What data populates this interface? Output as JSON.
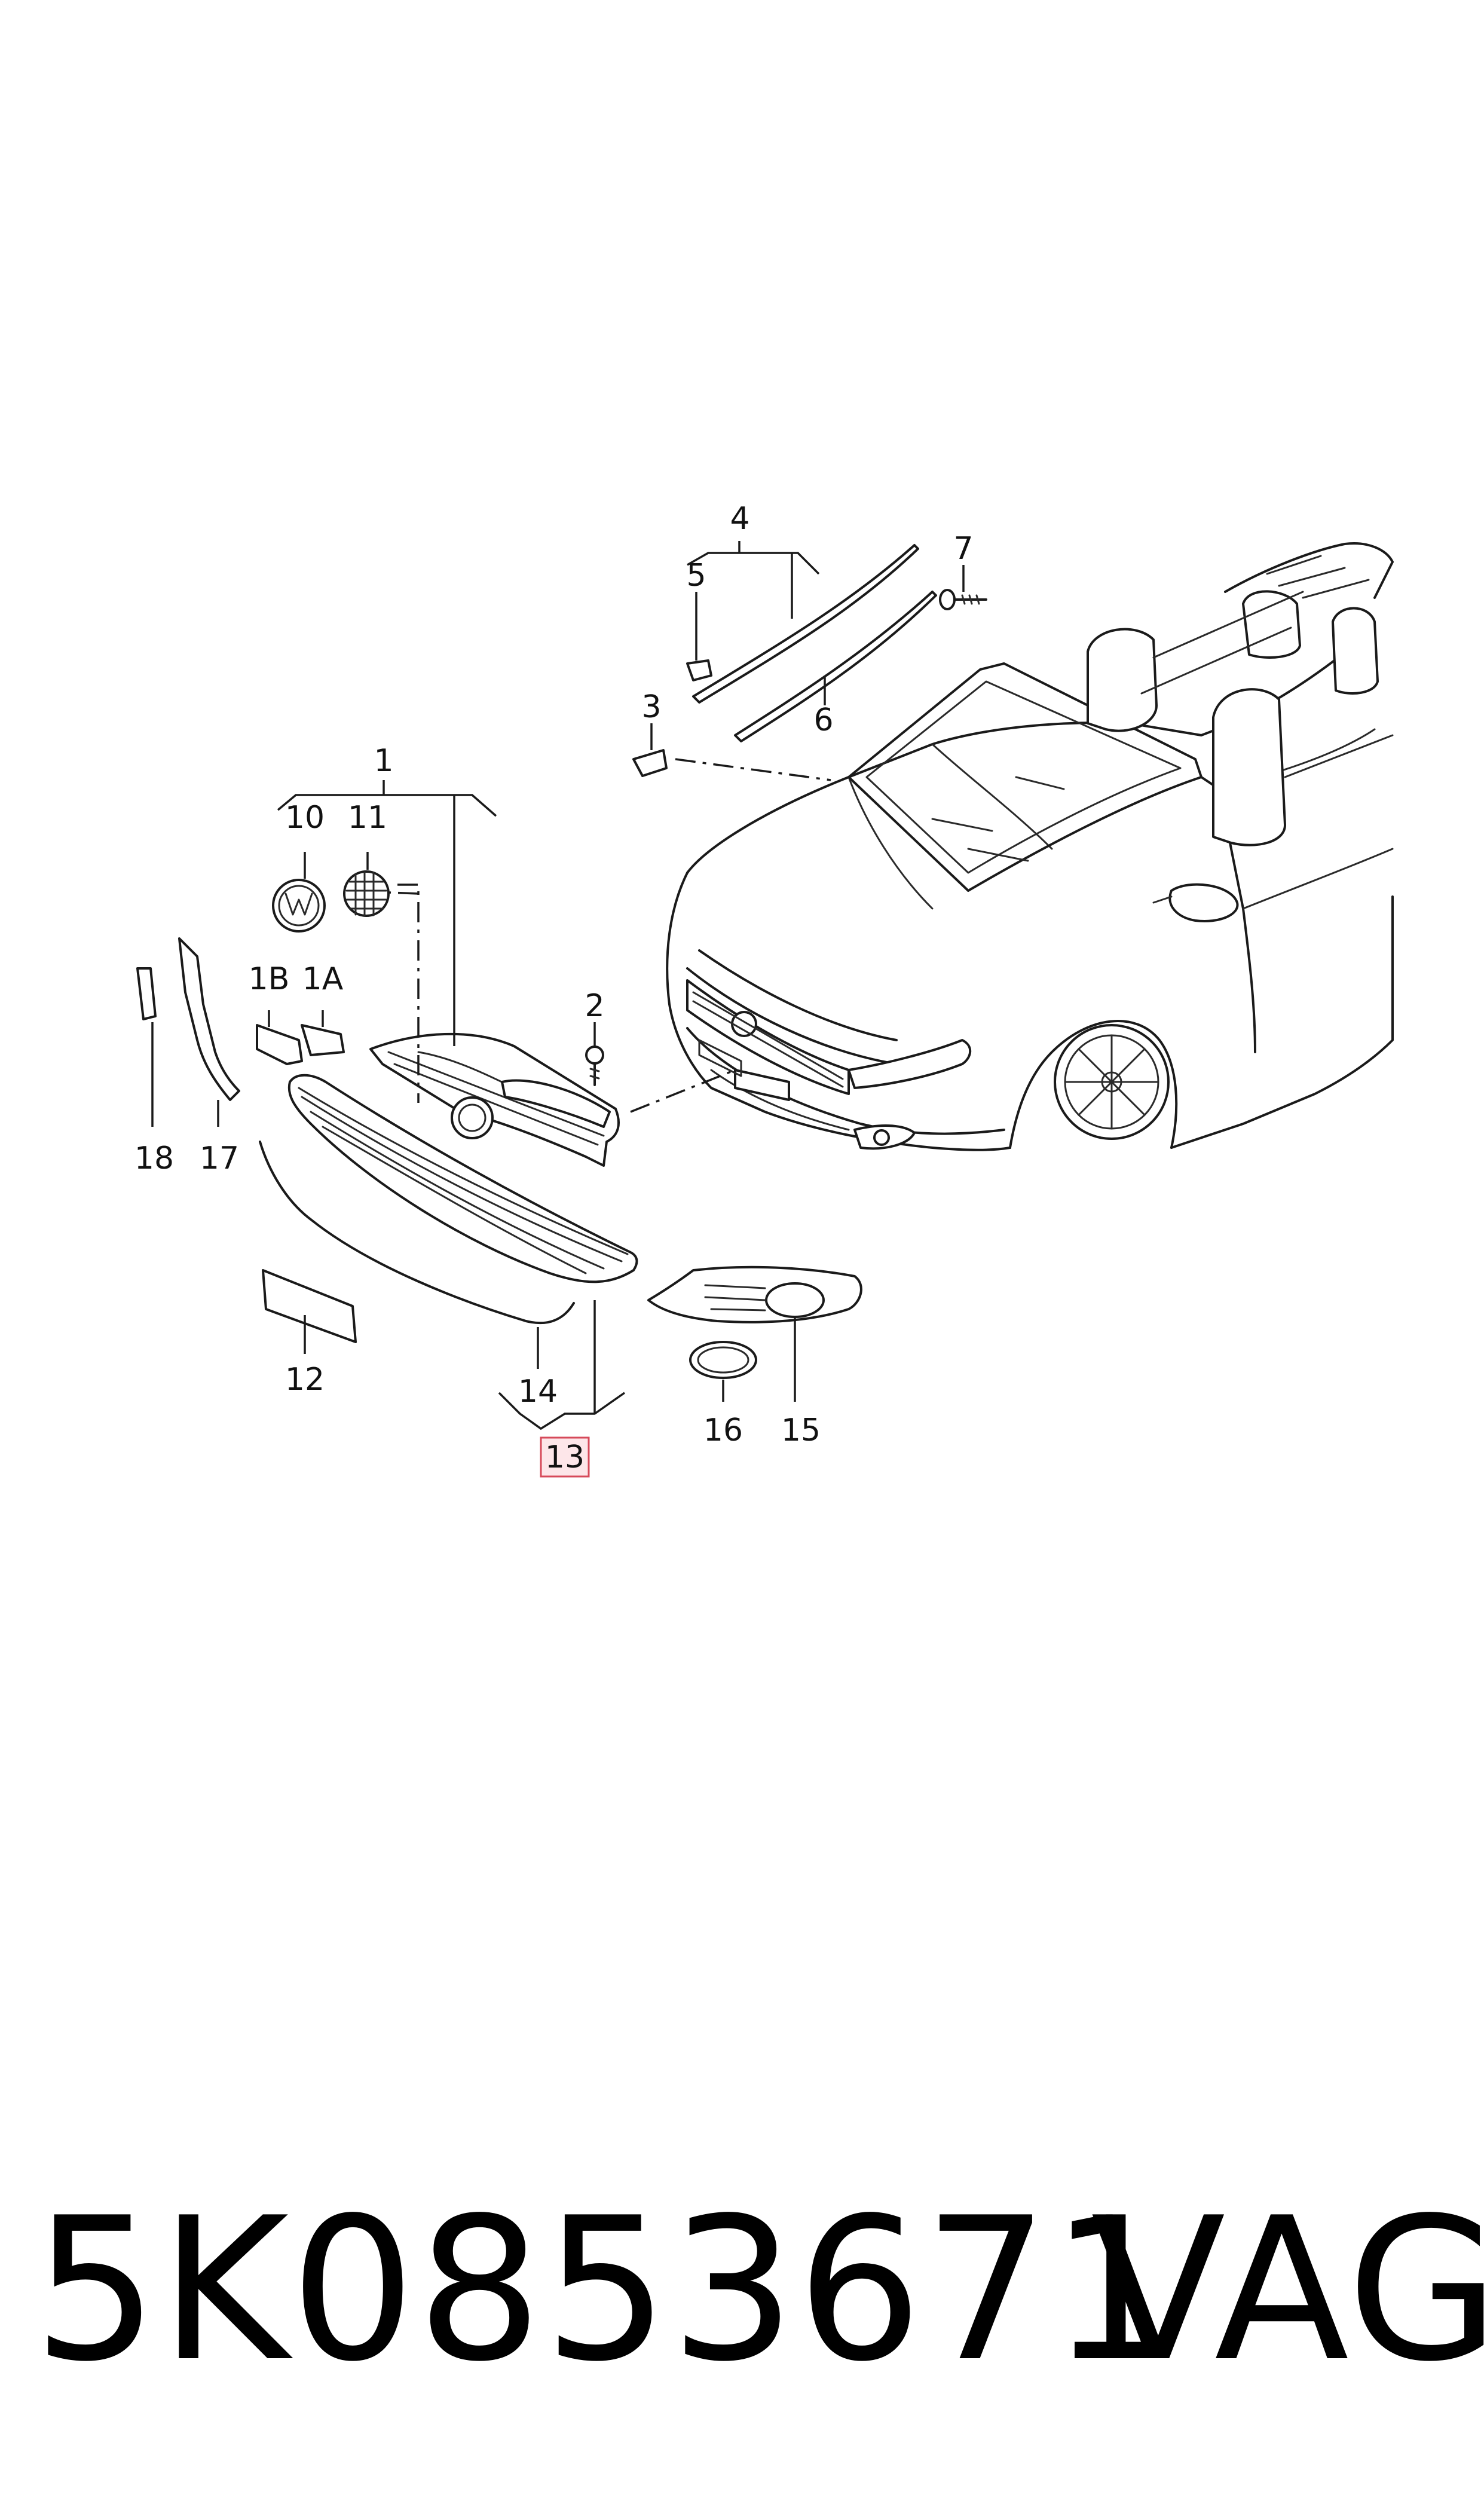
{
  "callouts": {
    "c1": "1",
    "c1A": "1A",
    "c1B": "1B",
    "c2": "2",
    "c3": "3",
    "c4": "4",
    "c5": "5",
    "c6": "6",
    "c7": "7",
    "c10": "10",
    "c11": "11",
    "c12": "12",
    "c13": "13",
    "c14": "14",
    "c15": "15",
    "c16": "16",
    "c17": "17",
    "c18": "18"
  },
  "highlighted_callout": "13",
  "colors": {
    "highlight_fill": "#fde6e9",
    "highlight_stroke": "#d64a5a",
    "line": "#1a1a1a"
  },
  "footer": {
    "part_number": "5K0853671",
    "brand": "VAG"
  }
}
